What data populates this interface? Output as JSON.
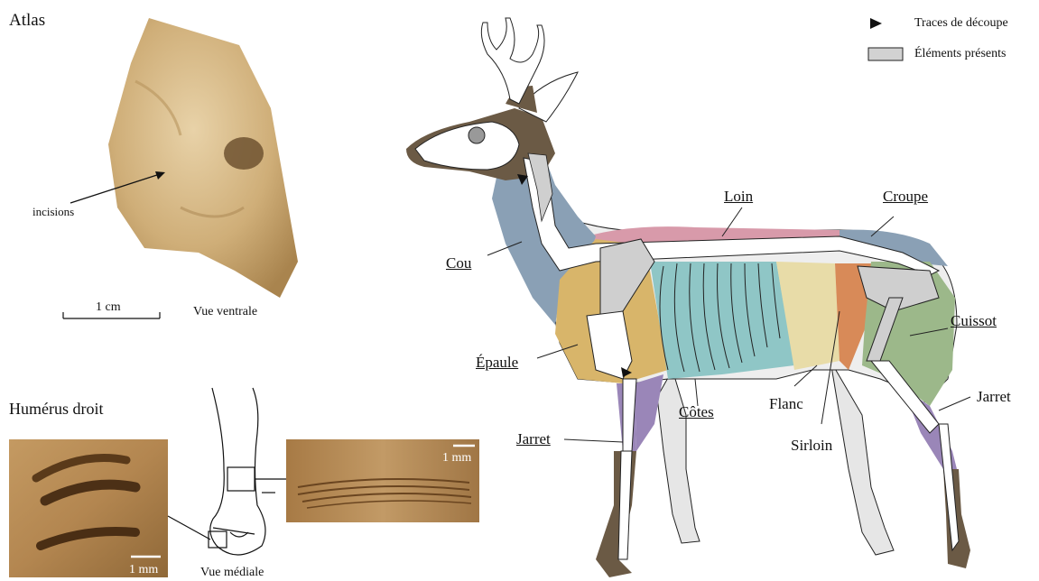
{
  "left_panel": {
    "atlas": {
      "title": "Atlas",
      "annotation": "incisions",
      "scale_label": "1 cm",
      "view_label": "Vue ventrale"
    },
    "humerus": {
      "title": "Humérus droit",
      "scale_left": "1 mm",
      "scale_right": "1 mm",
      "view_label": "Vue médiale"
    }
  },
  "legend": {
    "items": [
      {
        "symbol": "arrowhead",
        "label": "Traces de découpe"
      },
      {
        "symbol": "grey-box",
        "label": "Éléments présents",
        "color": "#d2d2d2"
      }
    ]
  },
  "deer": {
    "cuts": [
      {
        "label": "Loin",
        "underlined": true,
        "color": "#d89aaa"
      },
      {
        "label": "Croupe",
        "underlined": true,
        "color": "#8aa0b5"
      },
      {
        "label": "Cou",
        "underlined": true,
        "color": "#8aa0b5"
      },
      {
        "label": "Cuissot",
        "underlined": true,
        "color": "#9cb88a"
      },
      {
        "label": "Épaule",
        "underlined": true,
        "color": "#d8b56a"
      },
      {
        "label": "Côtes",
        "underlined": true,
        "color": "#8fc6c6"
      },
      {
        "label": "Flanc",
        "underlined": false,
        "color": "#e8dca8"
      },
      {
        "label": "Sirloin",
        "underlined": false,
        "color": "#d88a58"
      },
      {
        "label": "Jarret",
        "underlined": false,
        "color": "#9a86b8"
      },
      {
        "label": "Jarret",
        "underlined": true,
        "color": "#9a86b8"
      }
    ],
    "head_color": "#6b5a45"
  }
}
